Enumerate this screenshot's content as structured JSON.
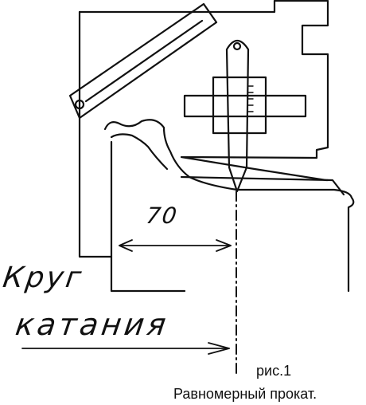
{
  "labels": {
    "dimension": "70",
    "rolling_circle_line1": "Круг",
    "rolling_circle_line2": "катания",
    "figure_number": "рис.1",
    "figure_title": "Равномерный прокат."
  },
  "colors": {
    "ink": "#111111",
    "background": "#ffffff"
  }
}
